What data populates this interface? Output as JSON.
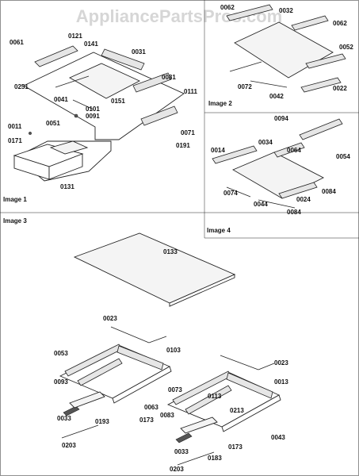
{
  "watermark": "AppliancePartsPros.com",
  "panels": [
    {
      "label": "Image 1"
    },
    {
      "label": "Image 2"
    },
    {
      "label": "Image 3"
    },
    {
      "label": "Image 4"
    }
  ],
  "image1_parts": [
    "0061",
    "0121",
    "0141",
    "0031",
    "0251",
    "0081",
    "0041",
    "0101",
    "0151",
    "0111",
    "0091",
    "0011",
    "0051",
    "0171",
    "0071",
    "0191",
    "0131"
  ],
  "image2_parts": [
    "0062",
    "0032",
    "0062",
    "0052",
    "0072",
    "0042",
    "0022"
  ],
  "image4_parts": [
    "0094",
    "0034",
    "0064",
    "0014",
    "0054",
    "0074",
    "0044",
    "0024",
    "0084",
    "0084"
  ],
  "image3_parts": [
    "0133",
    "0023",
    "0103",
    "0053",
    "0023",
    "0093",
    "0073",
    "0013",
    "0063",
    "0113",
    "0193",
    "0173",
    "0083",
    "0213",
    "0033",
    "0043",
    "0173",
    "0203",
    "0033",
    "0183",
    "0203"
  ]
}
